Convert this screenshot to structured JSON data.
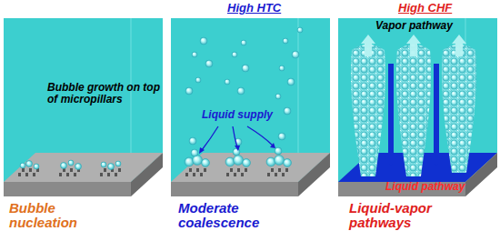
{
  "diagram": {
    "labels": [
      "High HTC",
      "High CHF",
      "Bubble growth on top of micropillars",
      "Liquid supply",
      "Vapor pathway",
      "Liquid pathway",
      "Bubble nucleation",
      "Moderate coalescence",
      "Liquid-vapor pathways"
    ]
  }
}
